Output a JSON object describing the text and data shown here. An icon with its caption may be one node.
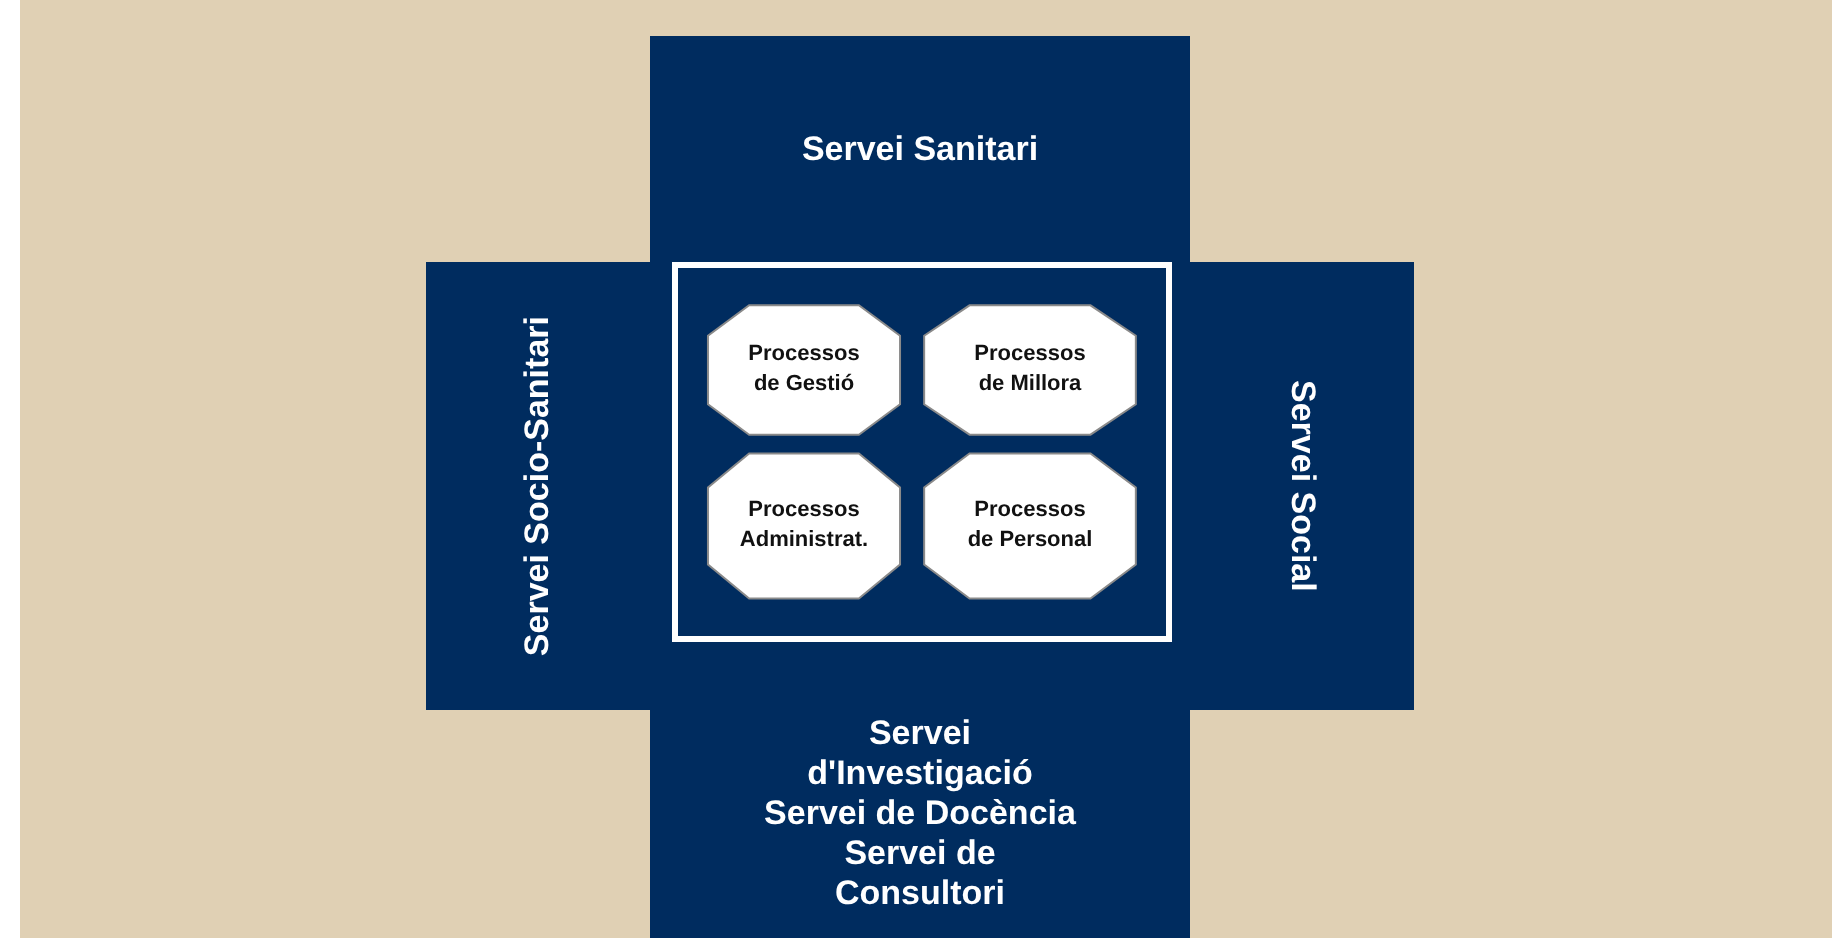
{
  "diagram": {
    "nodes": [
      {
        "text": [
          "Servei Sanitari"
        ]
      },
      {
        "text": [
          "Servei Socio-Sanitari"
        ]
      },
      {
        "text": [],
        "shape": "box"
      },
      {
        "text": [
          "Processos de Gestió"
        ],
        "in": 2
      },
      {
        "text": [
          "Processos de Millora"
        ],
        "in": 2
      },
      {
        "text": [
          "Processos Administrat."
        ],
        "in": 2
      },
      {
        "text": [
          "Processos de Personal"
        ],
        "in": 2
      },
      {
        "text": [
          "Servei Social"
        ]
      },
      {
        "text": [
          "Servei d'Investigació",
          "Servei de Docència",
          "Servei de Consultori"
        ]
      }
    ],
    "edges": []
  }
}
